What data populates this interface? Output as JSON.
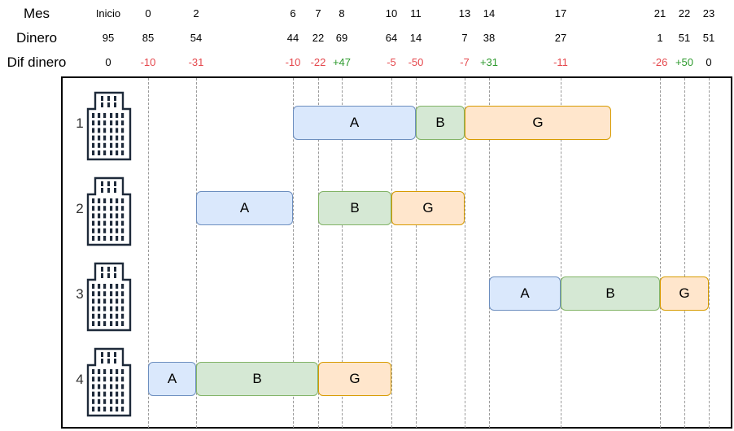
{
  "header": {
    "row_labels": [
      "Mes",
      "Dinero",
      "Dif dinero"
    ],
    "columns": [
      {
        "mes": "Inicio",
        "dinero": "95",
        "dif": "0"
      },
      {
        "mes": "0",
        "dinero": "85",
        "dif": "-10"
      },
      {
        "mes": "2",
        "dinero": "54",
        "dif": "-31"
      },
      {
        "mes": "6",
        "dinero": "44",
        "dif": "-10"
      },
      {
        "mes": "7",
        "dinero": "22",
        "dif": "-22"
      },
      {
        "mes": "8",
        "dinero": "69",
        "dif": "+47"
      },
      {
        "mes": "10",
        "dinero": "64",
        "dif": "-5"
      },
      {
        "mes": "11",
        "dinero": "14",
        "dif": "-50"
      },
      {
        "mes": "13",
        "dinero": "7",
        "dif": "-7"
      },
      {
        "mes": "14",
        "dinero": "38",
        "dif": "+31"
      },
      {
        "mes": "17",
        "dinero": "27",
        "dif": "-11"
      },
      {
        "mes": "21",
        "dinero": "1",
        "dif": "-26"
      },
      {
        "mes": "22",
        "dinero": "51",
        "dif": "+50"
      },
      {
        "mes": "23",
        "dinero": "51",
        "dif": "0"
      }
    ]
  },
  "colors": {
    "A": {
      "fill": "#dae8fc",
      "stroke": "#6c8ebf"
    },
    "B": {
      "fill": "#d5e8d4",
      "stroke": "#82b366"
    },
    "G": {
      "fill": "#ffe6cc",
      "stroke": "#d79b00"
    },
    "negative": "#e5484d",
    "positive": "#2e9a2e",
    "building": "#1e2a3a"
  },
  "buildings": [
    {
      "number": "1",
      "icon": "building-icon",
      "tasks": [
        {
          "label": "A",
          "start": "6",
          "end": "11"
        },
        {
          "label": "B",
          "start": "11",
          "end": "13"
        },
        {
          "label": "G",
          "start": "13",
          "end": "19"
        }
      ]
    },
    {
      "number": "2",
      "icon": "building-icon",
      "tasks": [
        {
          "label": "A",
          "start": "2",
          "end": "6"
        },
        {
          "label": "B",
          "start": "7",
          "end": "10"
        },
        {
          "label": "G",
          "start": "10",
          "end": "13"
        }
      ]
    },
    {
      "number": "3",
      "icon": "building-icon",
      "tasks": [
        {
          "label": "A",
          "start": "14",
          "end": "17"
        },
        {
          "label": "B",
          "start": "17",
          "end": "21"
        },
        {
          "label": "G",
          "start": "21",
          "end": "23"
        }
      ]
    },
    {
      "number": "4",
      "icon": "building-icon",
      "tasks": [
        {
          "label": "A",
          "start": "0",
          "end": "2"
        },
        {
          "label": "B",
          "start": "2",
          "end": "7"
        },
        {
          "label": "G",
          "start": "7",
          "end": "10"
        }
      ]
    }
  ]
}
